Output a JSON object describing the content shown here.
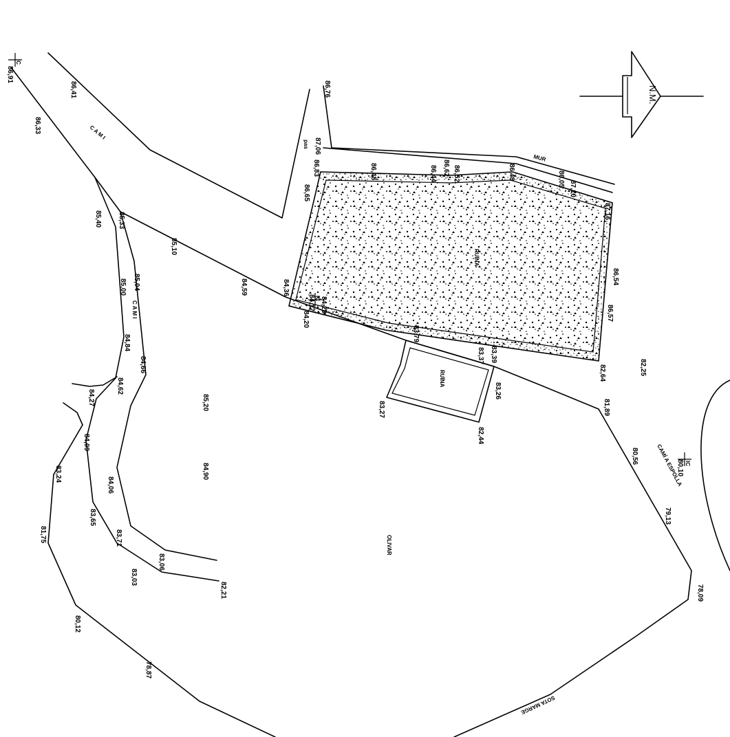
{
  "north_label": "N.M.",
  "roads": {
    "cami_1": "C A M I",
    "cami_2": "C A M I",
    "cami_espolla": "CAMÍ A ESPOLLA",
    "sota_marge": "SOTA MARGE"
  },
  "features": {
    "mur": "MUR",
    "ruina_big": "RUÏNA",
    "ruina_small": "RUÏNA",
    "olivar": "OLIVAR",
    "pas": "pas"
  },
  "benchmarks": {
    "ic_nw": "IC",
    "ic_nw_value": "86,91",
    "ic_e": "IC",
    "ic_e_value": "80,10",
    "ic_mid": "IC",
    "ic_mid_value": "84,17"
  },
  "elevations": [
    "86,41",
    "86,33",
    "86,76",
    "87,06",
    "86,83",
    "86,65",
    "86,48",
    "86,44",
    "86,62",
    "86,52",
    "86,48",
    "86,05",
    "87,10",
    "87,16",
    "86,54",
    "86,57",
    "85,40",
    "85,33",
    "85,10",
    "84,59",
    "84,36",
    "84,29",
    "84,20",
    "85,00",
    "85,04",
    "84,84",
    "84,66",
    "84,62",
    "84,27",
    "84,09",
    "85,20",
    "84,90",
    "83,24",
    "84,06",
    "83,65",
    "83,71",
    "83,06",
    "83,03",
    "82,21",
    "81,75",
    "80,12",
    "78,87",
    "83,79",
    "83,37",
    "83,39",
    "83,26",
    "83,27",
    "82,44",
    "82,64",
    "82,25",
    "81,89",
    "80,56",
    "79,13",
    "78,09"
  ]
}
